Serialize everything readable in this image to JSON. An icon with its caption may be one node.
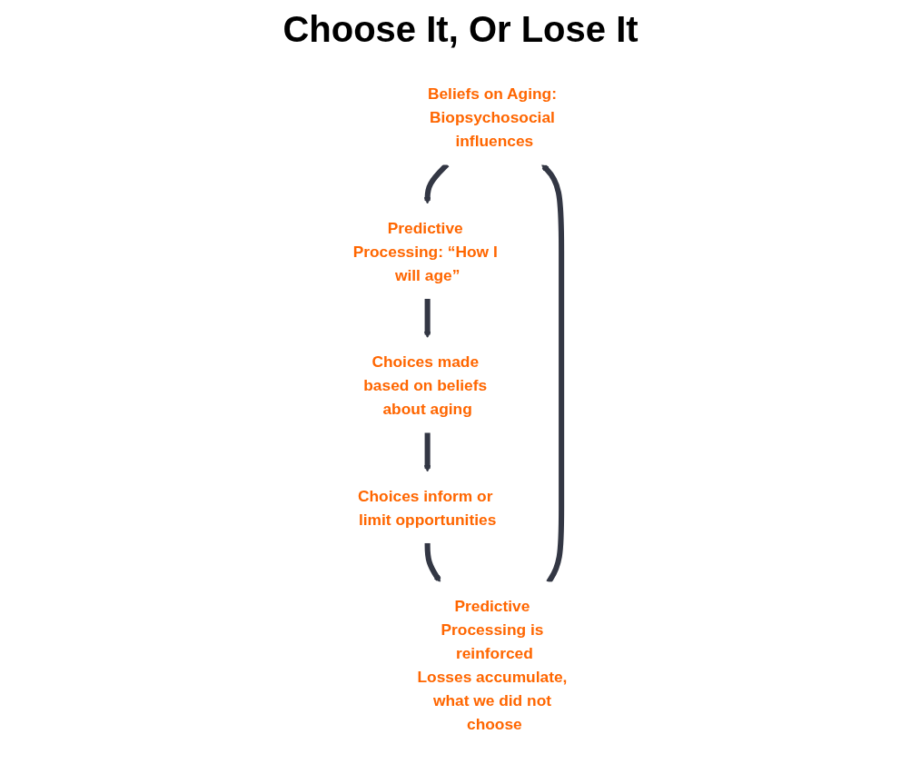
{
  "diagram": {
    "title": "Choose It, Or Lose It",
    "nodes": [
      {
        "text": [
          "Beliefs on Aging: Biopsychosocial influences"
        ]
      },
      {
        "text": [
          "Predictive Processing: “How I will age”"
        ]
      },
      {
        "text": [
          "Choices made based on beliefs about aging"
        ]
      },
      {
        "text": [
          "Choices inform or limit opportunities"
        ]
      },
      {
        "text": [
          "Predictive Processing is reinforced",
          "Losses accumulate, what we did not choose"
        ]
      }
    ],
    "edges": [
      {
        "from": 0,
        "to": 1,
        "arrow": "to"
      },
      {
        "from": 1,
        "to": 2,
        "arrow": "to"
      },
      {
        "from": 2,
        "to": 3,
        "arrow": "to"
      },
      {
        "from": 3,
        "to": 4,
        "arrow": "to"
      },
      {
        "from": 4,
        "to": 0,
        "arrow": "to"
      }
    ]
  }
}
